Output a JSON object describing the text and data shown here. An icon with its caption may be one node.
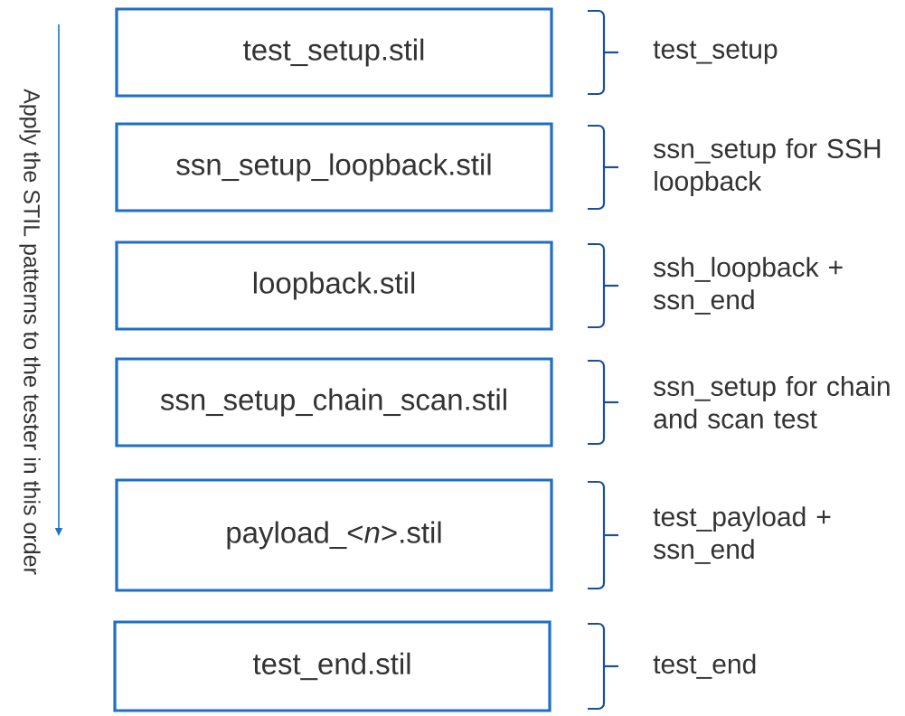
{
  "diagram": {
    "nodes": [
      {
        "text": [
          "test_setup.stil"
        ],
        "beside": [
          "test_setup"
        ]
      },
      {
        "text": [
          "ssn_setup_loopback.stil"
        ],
        "beside": [
          "ssn_setup for SSH loopback"
        ]
      },
      {
        "text": [
          "loopback.stil"
        ],
        "beside": [
          "ssh_loopback + ssn_end"
        ]
      },
      {
        "text": [
          "ssn_setup_chain_scan.stil"
        ],
        "beside": [
          "ssn_setup for chain and scan test"
        ]
      },
      {
        "text": [
          "payload_<*n*>.stil"
        ],
        "beside": [
          "test_payload + ssn_end"
        ]
      },
      {
        "text": [
          "test_end.stil"
        ],
        "beside": [
          "test_end"
        ]
      }
    ],
    "labels": [
      "Apply the STIL patterns to the tester in this order"
    ]
  }
}
